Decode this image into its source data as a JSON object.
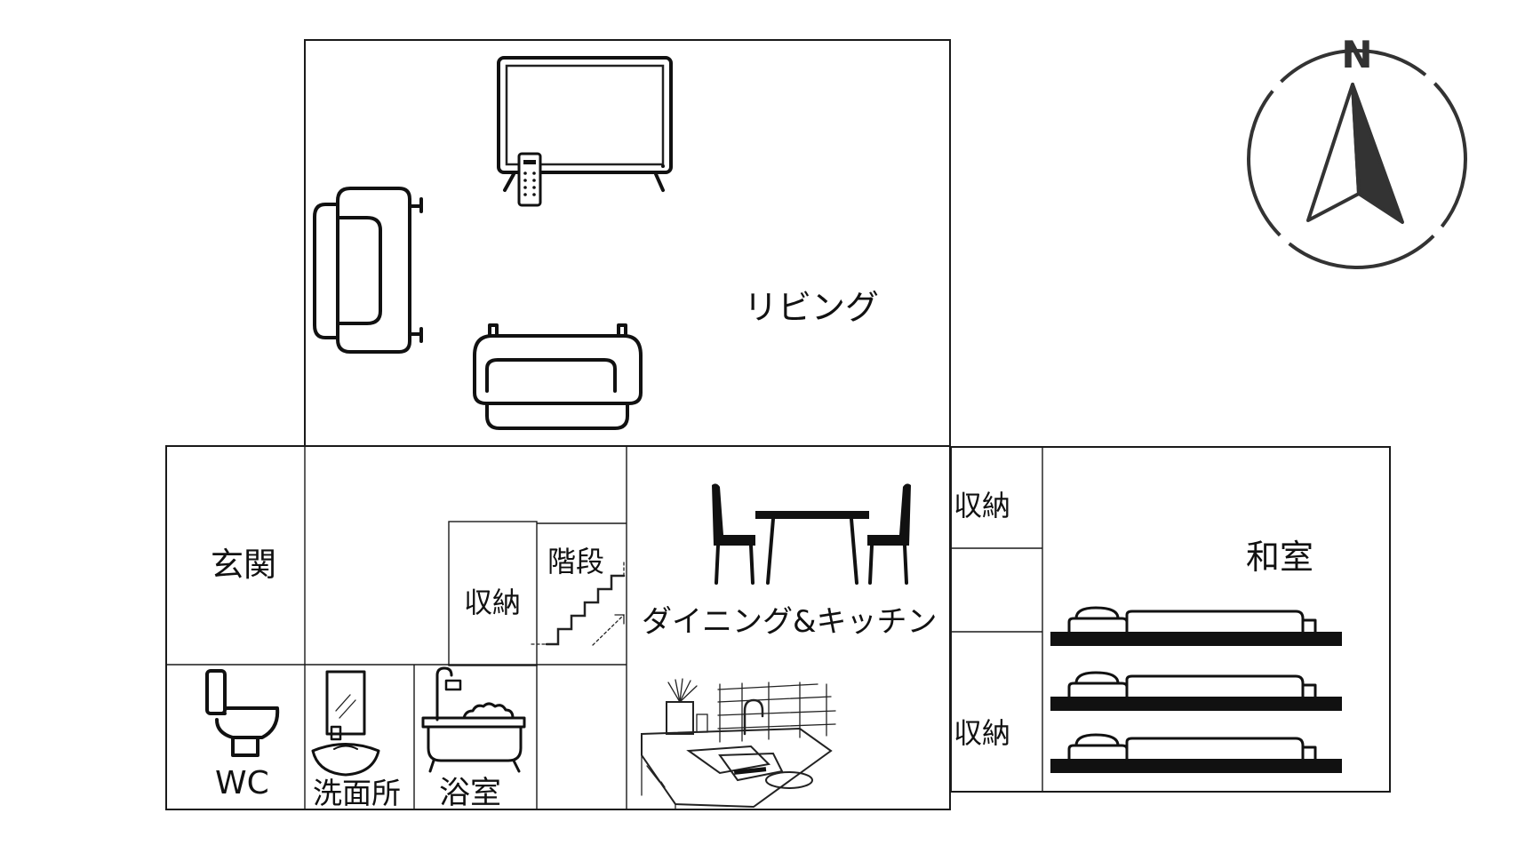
{
  "compass": {
    "north_label": "N"
  },
  "rooms": {
    "living": "リビング",
    "entrance": "玄関",
    "storage_hall": "収納",
    "stairs": "階段",
    "dining_kitchen": "ダイニング&キッチン",
    "storage_upper": "収納",
    "storage_lower": "収納",
    "japanese_room": "和室",
    "wc": "WC",
    "washroom": "洗面所",
    "bathroom": "浴室"
  },
  "colors": {
    "line": "#1a1a1a",
    "background": "#ffffff",
    "compass": "#333333"
  },
  "icons": [
    "tv-icon",
    "remote-icon",
    "sofa-icon",
    "armchair-icon",
    "dining-set-icon",
    "stairs-icon",
    "toilet-icon",
    "sink-icon",
    "bathtub-icon",
    "kitchen-sink-icon",
    "futon-icon",
    "compass-icon"
  ]
}
